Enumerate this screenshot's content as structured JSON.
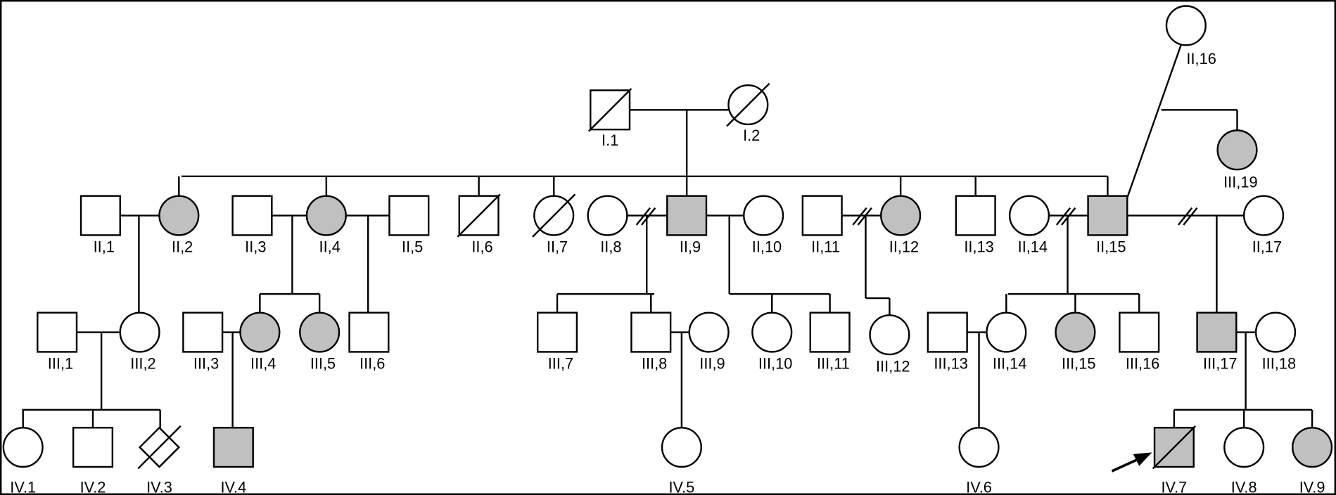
{
  "pedigree": {
    "I1": {
      "label": "I.1",
      "sex": "male",
      "affected": false,
      "deceased": true
    },
    "I2": {
      "label": "I.2",
      "sex": "female",
      "affected": false,
      "deceased": true
    },
    "II1": {
      "label": "II,1",
      "sex": "male",
      "affected": false,
      "deceased": false
    },
    "II2": {
      "label": "II,2",
      "sex": "female",
      "affected": true,
      "deceased": false
    },
    "II3": {
      "label": "II,3",
      "sex": "male",
      "affected": false,
      "deceased": false
    },
    "II4": {
      "label": "II,4",
      "sex": "female",
      "affected": true,
      "deceased": false
    },
    "II5": {
      "label": "II,5",
      "sex": "male",
      "affected": false,
      "deceased": false
    },
    "II6": {
      "label": "II,6",
      "sex": "male",
      "affected": false,
      "deceased": true
    },
    "II7": {
      "label": "II,7",
      "sex": "female",
      "affected": false,
      "deceased": true
    },
    "II8": {
      "label": "II,8",
      "sex": "female",
      "affected": false,
      "deceased": false
    },
    "II9": {
      "label": "II,9",
      "sex": "male",
      "affected": true,
      "deceased": false
    },
    "II10": {
      "label": "II,10",
      "sex": "female",
      "affected": false,
      "deceased": false
    },
    "II11": {
      "label": "II,11",
      "sex": "male",
      "affected": false,
      "deceased": false
    },
    "II12": {
      "label": "II,12",
      "sex": "female",
      "affected": true,
      "deceased": false
    },
    "II13": {
      "label": "II,13",
      "sex": "male",
      "affected": false,
      "deceased": false
    },
    "II14": {
      "label": "II,14",
      "sex": "female",
      "affected": false,
      "deceased": false
    },
    "II15": {
      "label": "II,15",
      "sex": "male",
      "affected": true,
      "deceased": false
    },
    "II16": {
      "label": "II,16",
      "sex": "female",
      "affected": false,
      "deceased": false
    },
    "II17": {
      "label": "II,17",
      "sex": "female",
      "affected": false,
      "deceased": false
    },
    "III1": {
      "label": "III,1",
      "sex": "male",
      "affected": false,
      "deceased": false
    },
    "III2": {
      "label": "III,2",
      "sex": "female",
      "affected": false,
      "deceased": false
    },
    "III3": {
      "label": "III,3",
      "sex": "male",
      "affected": false,
      "deceased": false
    },
    "III4": {
      "label": "III,4",
      "sex": "female",
      "affected": true,
      "deceased": false
    },
    "III5": {
      "label": "III,5",
      "sex": "female",
      "affected": true,
      "deceased": false
    },
    "III6": {
      "label": "III,6",
      "sex": "male",
      "affected": false,
      "deceased": false
    },
    "III7": {
      "label": "III,7",
      "sex": "male",
      "affected": false,
      "deceased": false
    },
    "III8": {
      "label": "III,8",
      "sex": "male",
      "affected": false,
      "deceased": false
    },
    "III9": {
      "label": "III,9",
      "sex": "female",
      "affected": false,
      "deceased": false
    },
    "III10": {
      "label": "III,10",
      "sex": "female",
      "affected": false,
      "deceased": false
    },
    "III11": {
      "label": "III,11",
      "sex": "male",
      "affected": false,
      "deceased": false
    },
    "III12": {
      "label": "III,12",
      "sex": "female",
      "affected": false,
      "deceased": false
    },
    "III13": {
      "label": "III,13",
      "sex": "male",
      "affected": false,
      "deceased": false
    },
    "III14": {
      "label": "III,14",
      "sex": "female",
      "affected": false,
      "deceased": false
    },
    "III15": {
      "label": "III,15",
      "sex": "female",
      "affected": true,
      "deceased": false
    },
    "III16": {
      "label": "III,16",
      "sex": "male",
      "affected": false,
      "deceased": false
    },
    "III17": {
      "label": "III,17",
      "sex": "male",
      "affected": true,
      "deceased": false
    },
    "III18": {
      "label": "III,18",
      "sex": "female",
      "affected": false,
      "deceased": false
    },
    "III19": {
      "label": "III,19",
      "sex": "female",
      "affected": true,
      "deceased": false
    },
    "IV1": {
      "label": "IV.1",
      "sex": "female",
      "affected": false,
      "deceased": false
    },
    "IV2": {
      "label": "IV.2",
      "sex": "male",
      "affected": false,
      "deceased": false
    },
    "IV3": {
      "label": "IV.3",
      "sex": "unknown",
      "affected": false,
      "deceased": true
    },
    "IV4": {
      "label": "IV.4",
      "sex": "male",
      "affected": true,
      "deceased": false
    },
    "IV5": {
      "label": "IV.5",
      "sex": "female",
      "affected": false,
      "deceased": false
    },
    "IV6": {
      "label": "IV.6",
      "sex": "female",
      "affected": false,
      "deceased": false
    },
    "IV7": {
      "label": "IV.7",
      "sex": "male",
      "affected": true,
      "deceased": true,
      "proband": true
    },
    "IV8": {
      "label": "IV.8",
      "sex": "female",
      "affected": false,
      "deceased": false
    },
    "IV9": {
      "label": "IV.9",
      "sex": "female",
      "affected": true,
      "deceased": false
    }
  }
}
